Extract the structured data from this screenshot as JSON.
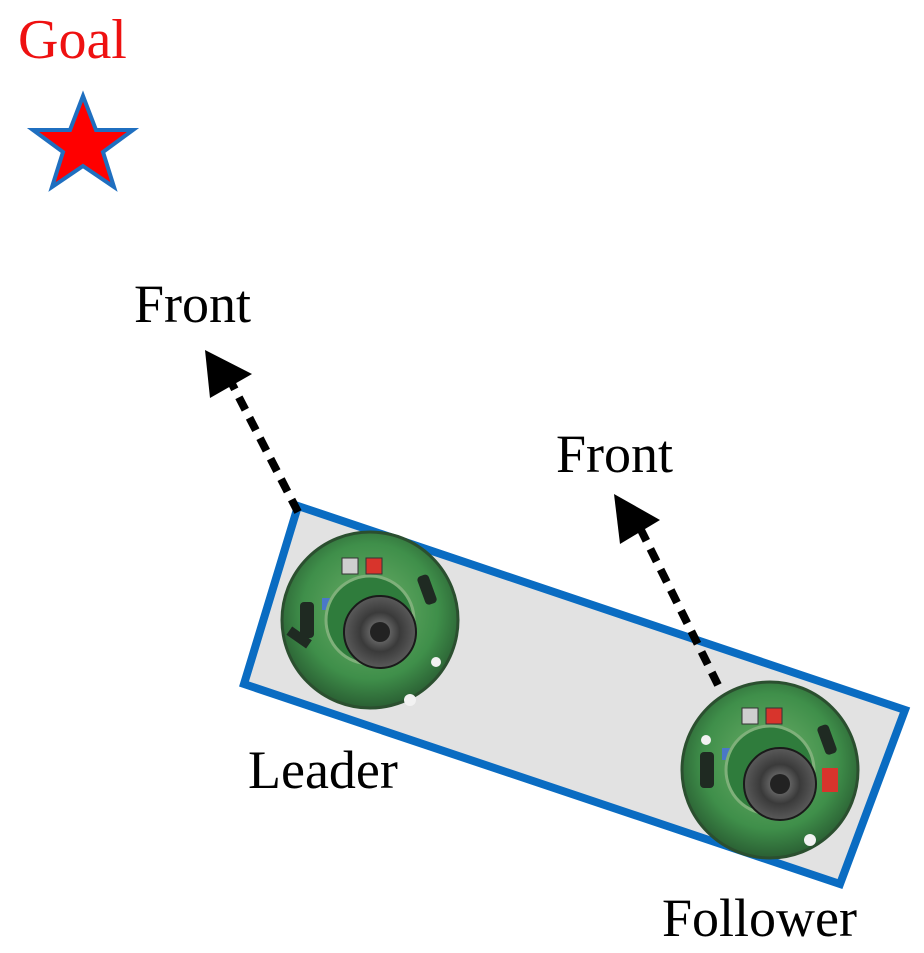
{
  "labels": {
    "goal": "Goal",
    "leader_front": "Front",
    "follower_front": "Front",
    "leader": "Leader",
    "follower": "Follower"
  },
  "colors": {
    "goal_text": "#ee1111",
    "star_fill": "#ff0000",
    "star_stroke": "#1f6fc0",
    "formation_stroke": "#0a6cc2",
    "formation_fill": "#e2e2e2",
    "arrow": "#000000",
    "robot_board": "#3f8f4a",
    "robot_speaker": "#444444"
  },
  "icons": {
    "goal": "star-icon",
    "robot": "mobile-robot-icon",
    "heading": "dashed-arrow-icon"
  }
}
